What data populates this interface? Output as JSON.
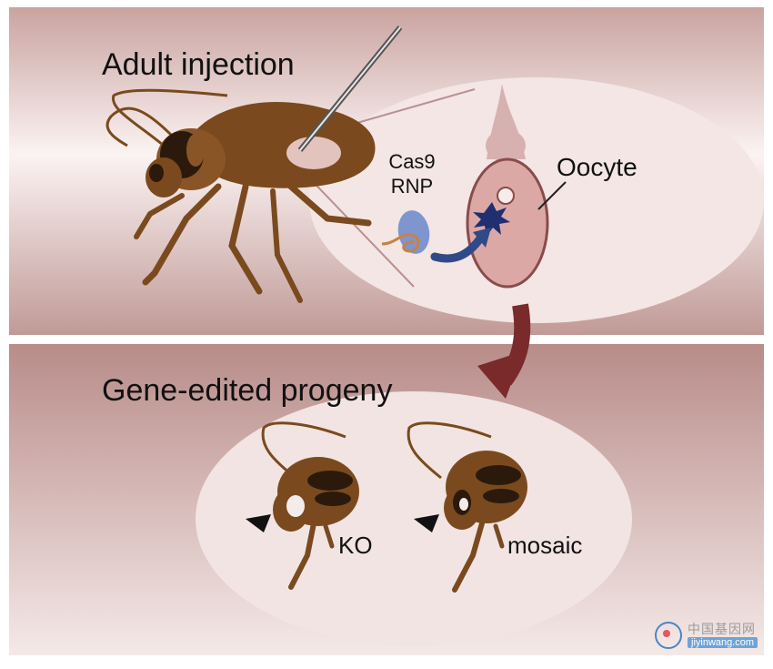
{
  "panels": {
    "top": {
      "title": "Adult injection"
    },
    "bottom": {
      "title": "Gene-edited progeny"
    }
  },
  "labels": {
    "cas9": "Cas9",
    "rnp": "RNP",
    "oocyte": "Oocyte",
    "ko": "KO",
    "mosaic": "mosaic"
  },
  "watermark": {
    "chinese": "中国基因网",
    "url": "jiyinwang.com"
  },
  "colors": {
    "insect_body": "#7a4a1e",
    "insect_dark": "#2b1a0c",
    "arrow_red": "#7a2a2a",
    "arrow_blue": "#2f4a86",
    "rnp_blue": "#7f95d0",
    "oocyte_fill": "#d9a9a9",
    "ellipse_fill": "#f2e4e3"
  }
}
